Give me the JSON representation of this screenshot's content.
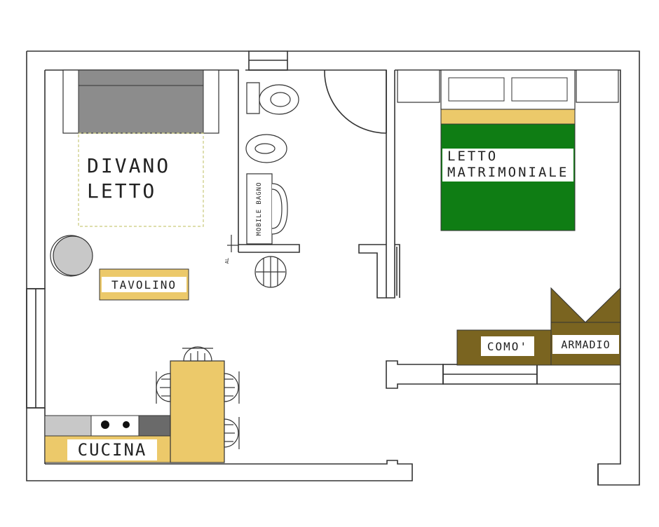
{
  "labels": {
    "divano_letto_1": "DIVANO",
    "divano_letto_2": "LETTO",
    "letto_1": "LETTO",
    "letto_2": "MATRIMONIALE",
    "tavolino": "TAVOLINO",
    "cucina": "CUCINA",
    "como": "COMO'",
    "armadio": "ARMADIO",
    "mobile_bagno": "MOBILE BAGNO",
    "al_mark": "AL"
  },
  "colors": {
    "wall": "#333333",
    "sofa": "#8c8c8c",
    "bed_green": "#0f7d14",
    "bed_yellow": "#ecc96a",
    "kitchen_yellow": "#ecc96a",
    "wardrobe_brown": "#7a6420",
    "counter_gray": "#c8c8c8",
    "dark_gray": "#6a6a6a"
  }
}
